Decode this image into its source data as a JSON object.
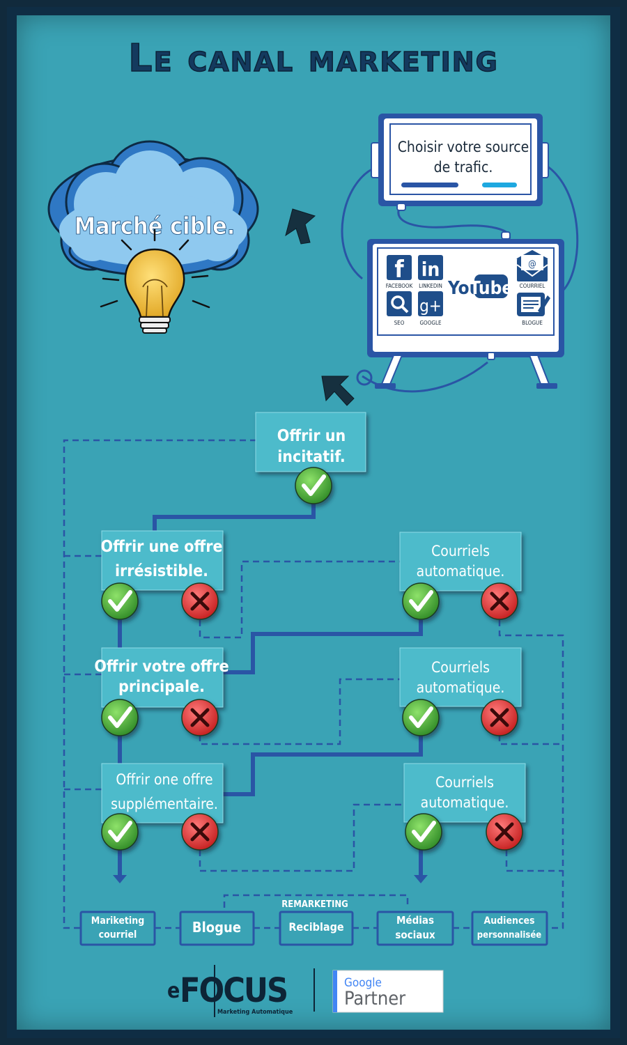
{
  "title": "Le canal marketing",
  "target": "Marché cible.",
  "traffic_source": {
    "line1": "Choisir votre source",
    "line2": "de trafic."
  },
  "channels": {
    "facebook": "FACEBOOK",
    "linkedin": "LINKEDIN",
    "youtube_you": "You",
    "youtube_tube": "Tube",
    "email": "COURRIEL",
    "seo": "SEO",
    "google": "GOOGLE",
    "blog": "BLOGUE"
  },
  "funnel": {
    "incentive": {
      "line1": "Offrir un",
      "line2": "incitatif."
    },
    "irresistible": {
      "line1": "Offrir une offre",
      "line2": "irrésistible."
    },
    "main": {
      "line1": "Offrir votre offre",
      "line2": "principale."
    },
    "upsell": {
      "line1": "Offrir one offre",
      "line2": "supplémentaire."
    },
    "auto_email_1": {
      "line1": "Courriels",
      "line2": "automatique."
    },
    "auto_email_2": {
      "line1": "Courriels",
      "line2": "automatique."
    },
    "auto_email_3": {
      "line1": "Courriels",
      "line2": "automatique."
    }
  },
  "remarketing_label": "REMARKETING",
  "bottom_channels": {
    "email_marketing": {
      "line1": "Mariketing",
      "line2": "courriel"
    },
    "blog": "Blogue",
    "retargeting": "Reciblage",
    "social": {
      "line1": "Médias",
      "line2": "sociaux"
    },
    "audiences": {
      "line1": "Audiences",
      "line2": "personnalisée"
    }
  },
  "footer": {
    "brand": "FOCUS",
    "brand_prefix": "e",
    "tagline": "Marketing Automatique",
    "partner_google": "Google",
    "partner_label": "Partner"
  },
  "colors": {
    "panel": "#3aa3b5",
    "dark_blue": "#2a55a5",
    "box": "#4dbbcb",
    "check": "#4cae3a",
    "cross": "#e23a3a",
    "title": "#143a5e"
  }
}
